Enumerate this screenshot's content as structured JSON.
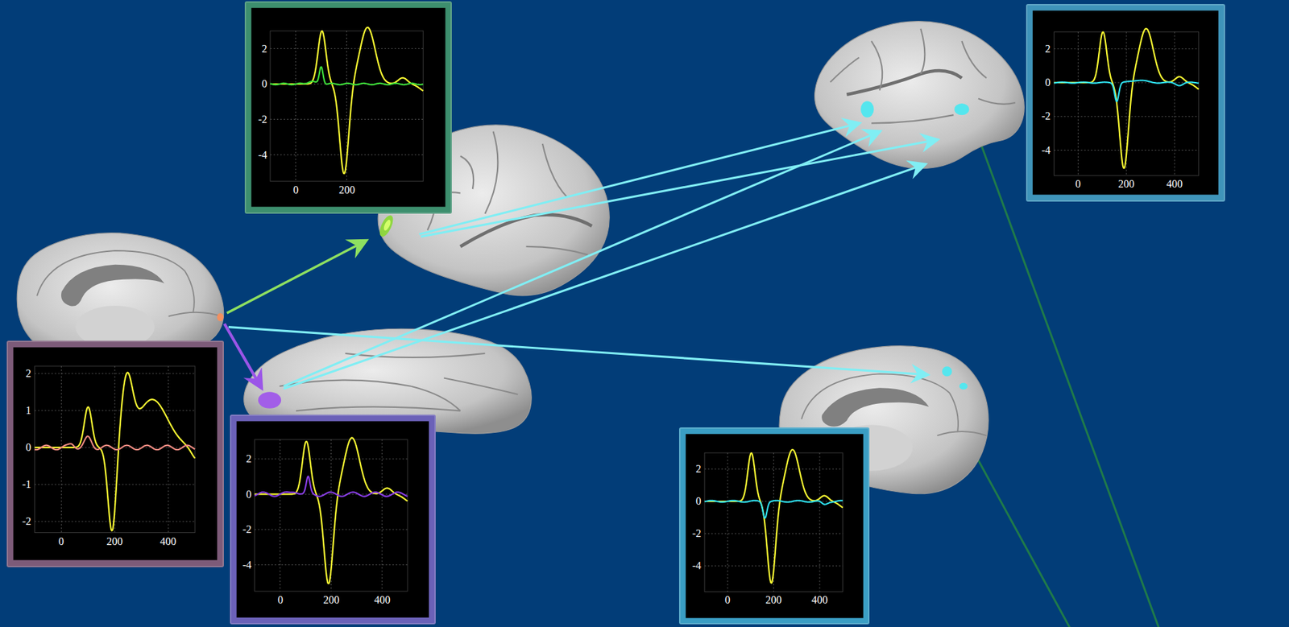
{
  "diagram": {
    "nodes": [
      {
        "text": [
          "2",
          "0",
          "-2",
          "-4",
          "0",
          "200"
        ]
      },
      {
        "text": [
          "2",
          "0",
          "-2",
          "-4",
          "0",
          "200",
          "400"
        ]
      },
      {
        "text": [
          "2",
          "1",
          "0",
          "-1",
          "-2",
          "0",
          "200",
          "400"
        ]
      },
      {
        "text": [
          "2",
          "0",
          "-2",
          "-4",
          "0",
          "200",
          "400"
        ]
      },
      {
        "text": [
          "2",
          "0",
          "-2",
          "-4",
          "0",
          "200",
          "400"
        ]
      }
    ]
  }
}
